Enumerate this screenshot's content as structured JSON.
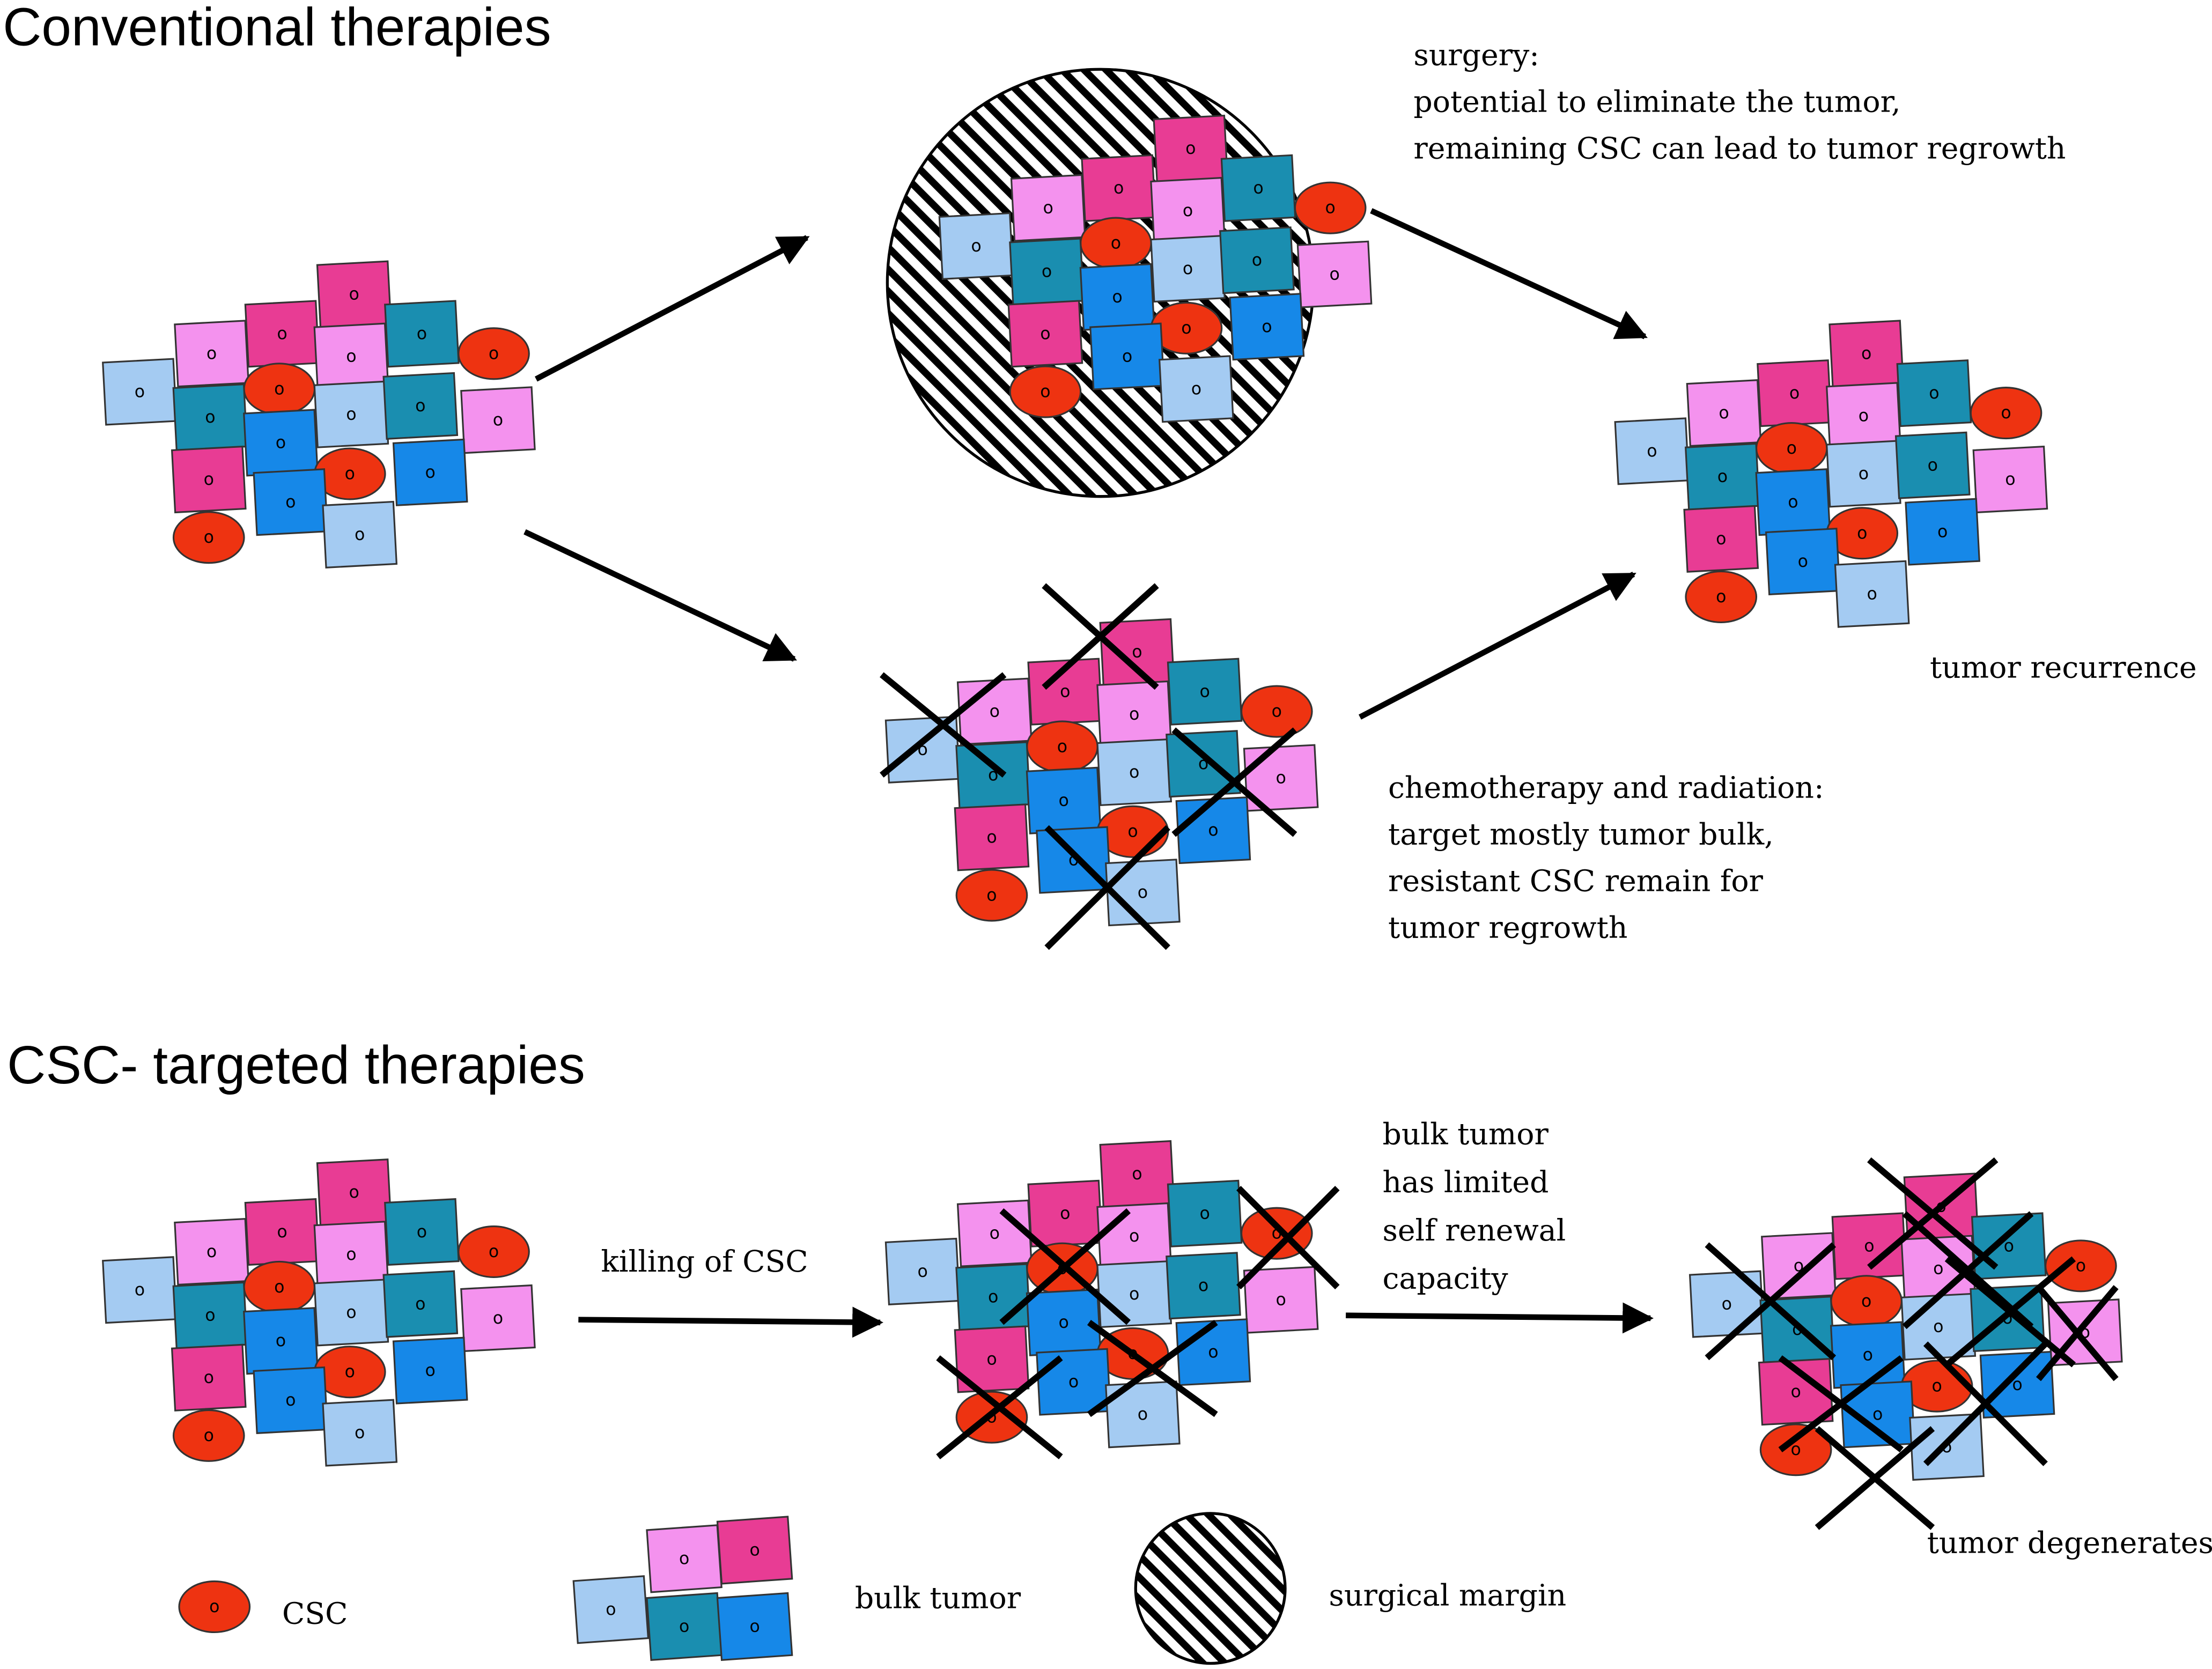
{
  "sections": {
    "conventional_title": "Conventional therapies",
    "csc_title": "CSC- targeted therapies"
  },
  "annotations": {
    "surgery": [
      "surgery:",
      "potential to eliminate the tumor,",
      "remaining CSC can lead to tumor regrowth"
    ],
    "chemo": [
      "chemotherapy and radiation:",
      "target mostly tumor bulk,",
      "resistant CSC remain for",
      "tumor regrowth"
    ],
    "recurrence": [
      "tumor recurrence"
    ],
    "killing": [
      "killing of CSC"
    ],
    "bulk_limited": [
      "bulk tumor",
      "has limited",
      "self renewal",
      "capacity"
    ],
    "degenerates": [
      "tumor degenerates"
    ]
  },
  "legend": {
    "csc": "CSC",
    "bulk": "bulk tumor",
    "margin": "surgical margin"
  },
  "cell_glyph": "o",
  "colors": {
    "csc": "#ee3311",
    "light_blue": "#a4cbf2",
    "light_pink": "#f492ee",
    "hot_pink": "#e83c94",
    "teal": "#1a8eb0",
    "blue": "#1688e8",
    "ink": "#000000"
  }
}
